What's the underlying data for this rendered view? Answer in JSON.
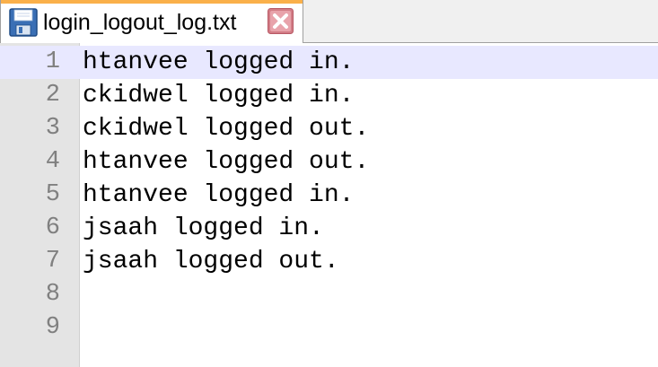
{
  "tab": {
    "title": "login_logout_log.txt",
    "file_icon": "save-icon",
    "close_icon": "close-icon",
    "accent_color": "#fab04a"
  },
  "editor": {
    "current_line": 1,
    "highlight_color": "#e8e8ff",
    "lines": [
      {
        "number": "1",
        "text": "htanvee logged in."
      },
      {
        "number": "2",
        "text": "ckidwel logged in."
      },
      {
        "number": "3",
        "text": "ckidwel logged out."
      },
      {
        "number": "4",
        "text": "htanvee logged out."
      },
      {
        "number": "5",
        "text": "htanvee logged in."
      },
      {
        "number": "6",
        "text": "jsaah logged in."
      },
      {
        "number": "7",
        "text": "jsaah logged out."
      },
      {
        "number": "8",
        "text": ""
      },
      {
        "number": "9",
        "text": ""
      }
    ]
  }
}
